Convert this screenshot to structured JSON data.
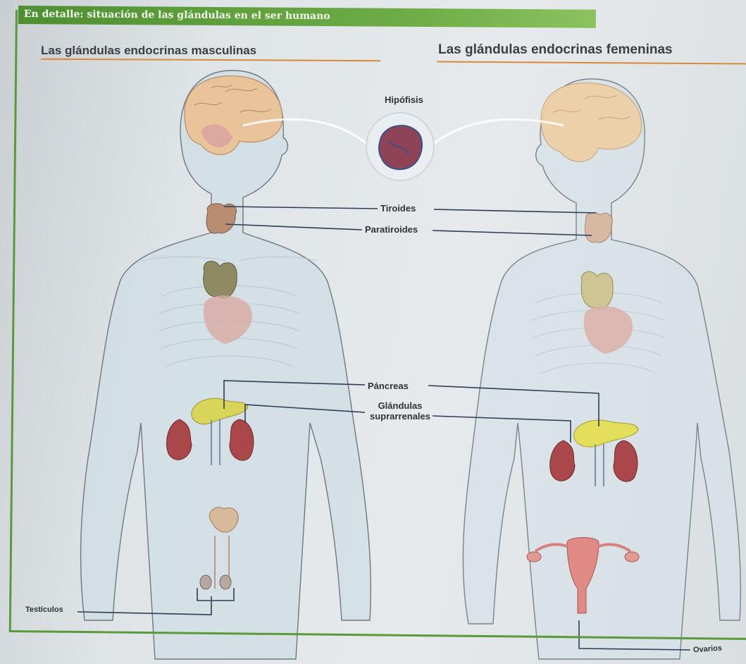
{
  "banner": {
    "title": "En detalle: situación de las glándulas en el ser humano"
  },
  "headings": {
    "male": "Las glándulas endocrinas masculinas",
    "female": "Las glándulas endocrinas femeninas"
  },
  "labels": {
    "hipofisis": "Hipófisis",
    "tiroides": "Tiroides",
    "paratiroides": "Paratiroides",
    "pancreas": "Páncreas",
    "glandulas_line1": "Glándulas",
    "glandulas_line2": "suprarrenales",
    "testiculos": "Testículos",
    "ovarios": "Ovarios"
  },
  "colors": {
    "accent_green": "#5a9a3a",
    "heading_rule": "#d9893c",
    "body_fill": "#cfdde4",
    "brain": "#e9c39a",
    "thyroid": "#b98d72",
    "thymus": "#8f8a63",
    "heart": "#d9aaa2",
    "kidney": "#a9474a",
    "pancreas": "#d9d45a",
    "uterus": "#e08a85",
    "leader_line": "#2f3e55"
  }
}
